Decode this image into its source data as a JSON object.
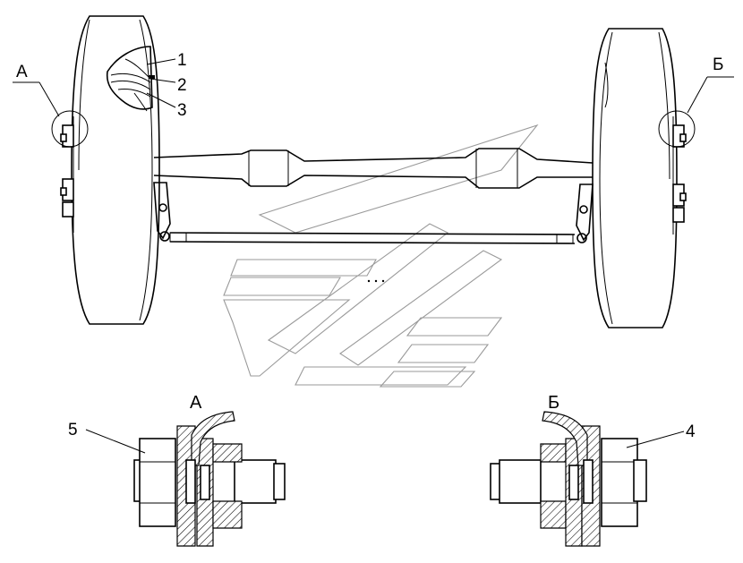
{
  "callouts": {
    "n1": "1",
    "n2": "2",
    "n3": "3",
    "n4": "4",
    "n5": "5",
    "view_a": "А",
    "view_b": "Б"
  },
  "details": {
    "left_title": "А",
    "right_title": "Б"
  }
}
